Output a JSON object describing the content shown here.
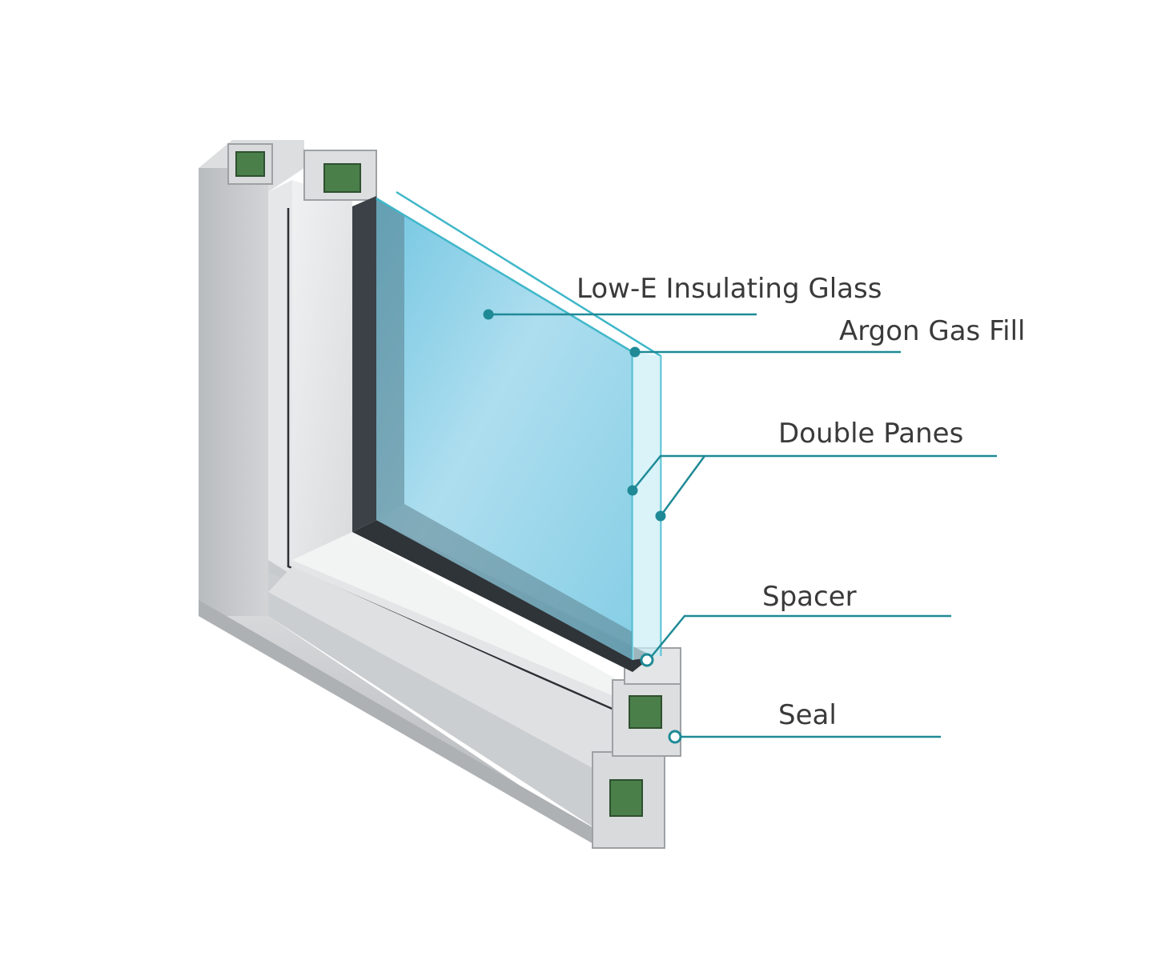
{
  "diagram": {
    "labels": {
      "low_e_glass": "Low-E Insulating Glass",
      "argon_fill": "Argon Gas Fill",
      "double_panes": "Double Panes",
      "spacer": "Spacer",
      "seal": "Seal"
    }
  },
  "colors": {
    "leader_line": "#1f8a96",
    "glass": "#8fcfe6",
    "glass_edge": "#3fb7c9",
    "frame": "#c9cbcd",
    "frame_shadow": "#a6a9ac",
    "frame_highlight": "#ececec",
    "reinforcement": "#4a7f4a"
  }
}
